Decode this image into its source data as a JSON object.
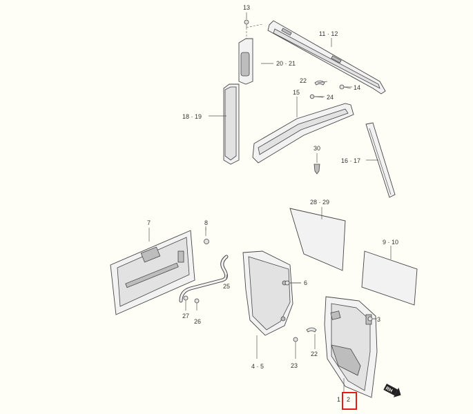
{
  "diagram": {
    "callouts": [
      {
        "id": "c13",
        "text": "13"
      },
      {
        "id": "c1112",
        "text": "11 · 12"
      },
      {
        "id": "c2021",
        "text": "20 · 21"
      },
      {
        "id": "c22a",
        "text": "22"
      },
      {
        "id": "c14",
        "text": "14"
      },
      {
        "id": "c24",
        "text": "24"
      },
      {
        "id": "c15",
        "text": "15"
      },
      {
        "id": "c1819",
        "text": "18 · 19"
      },
      {
        "id": "c30",
        "text": "30"
      },
      {
        "id": "c1617",
        "text": "16 · 17"
      },
      {
        "id": "c2829",
        "text": "28 · 29"
      },
      {
        "id": "c7",
        "text": "7"
      },
      {
        "id": "c8",
        "text": "8"
      },
      {
        "id": "c910",
        "text": "9 · 10"
      },
      {
        "id": "c6",
        "text": "6"
      },
      {
        "id": "c25",
        "text": "25"
      },
      {
        "id": "c3",
        "text": "3"
      },
      {
        "id": "c27",
        "text": "27"
      },
      {
        "id": "c26",
        "text": "26"
      },
      {
        "id": "c45",
        "text": "4 · 5"
      },
      {
        "id": "c22b",
        "text": "22"
      },
      {
        "id": "c23",
        "text": "23"
      },
      {
        "id": "c1",
        "text": "1"
      },
      {
        "id": "c2",
        "text": "2"
      }
    ],
    "direction_mark": "RH",
    "highlight_color": "#e21a1a"
  }
}
